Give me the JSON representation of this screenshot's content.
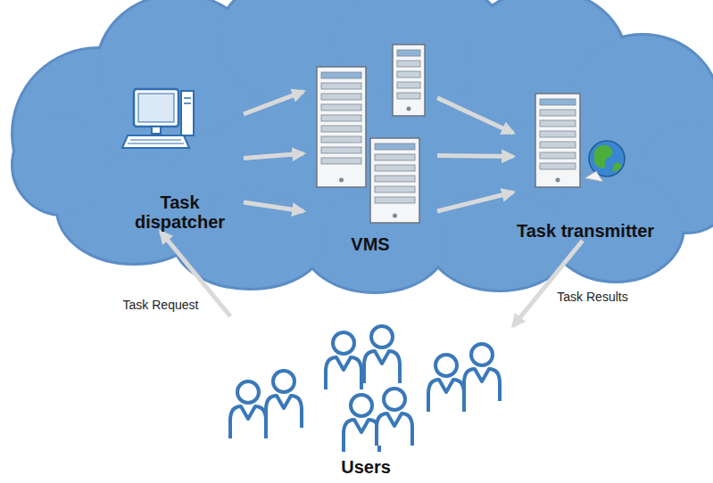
{
  "diagram": {
    "nodes": [
      {
        "text": [
          "Task dispatcher"
        ]
      },
      {
        "text": [
          "VMS"
        ]
      },
      {
        "text": [
          "Task transmitter"
        ]
      },
      {
        "text": [
          "Users"
        ]
      }
    ],
    "edges": [
      {
        "from": 0,
        "to": 1,
        "arrow": "to"
      },
      {
        "from": 0,
        "to": 1,
        "arrow": "to"
      },
      {
        "from": 0,
        "to": 1,
        "arrow": "to"
      },
      {
        "from": 1,
        "to": 2,
        "arrow": "to"
      },
      {
        "from": 1,
        "to": 2,
        "arrow": "to"
      },
      {
        "from": 1,
        "to": 2,
        "arrow": "to"
      },
      {
        "from": 3,
        "to": 0,
        "label": "Task Request",
        "arrow": "to"
      },
      {
        "from": 2,
        "to": 3,
        "label": "Task Results",
        "arrow": "to"
      }
    ]
  }
}
